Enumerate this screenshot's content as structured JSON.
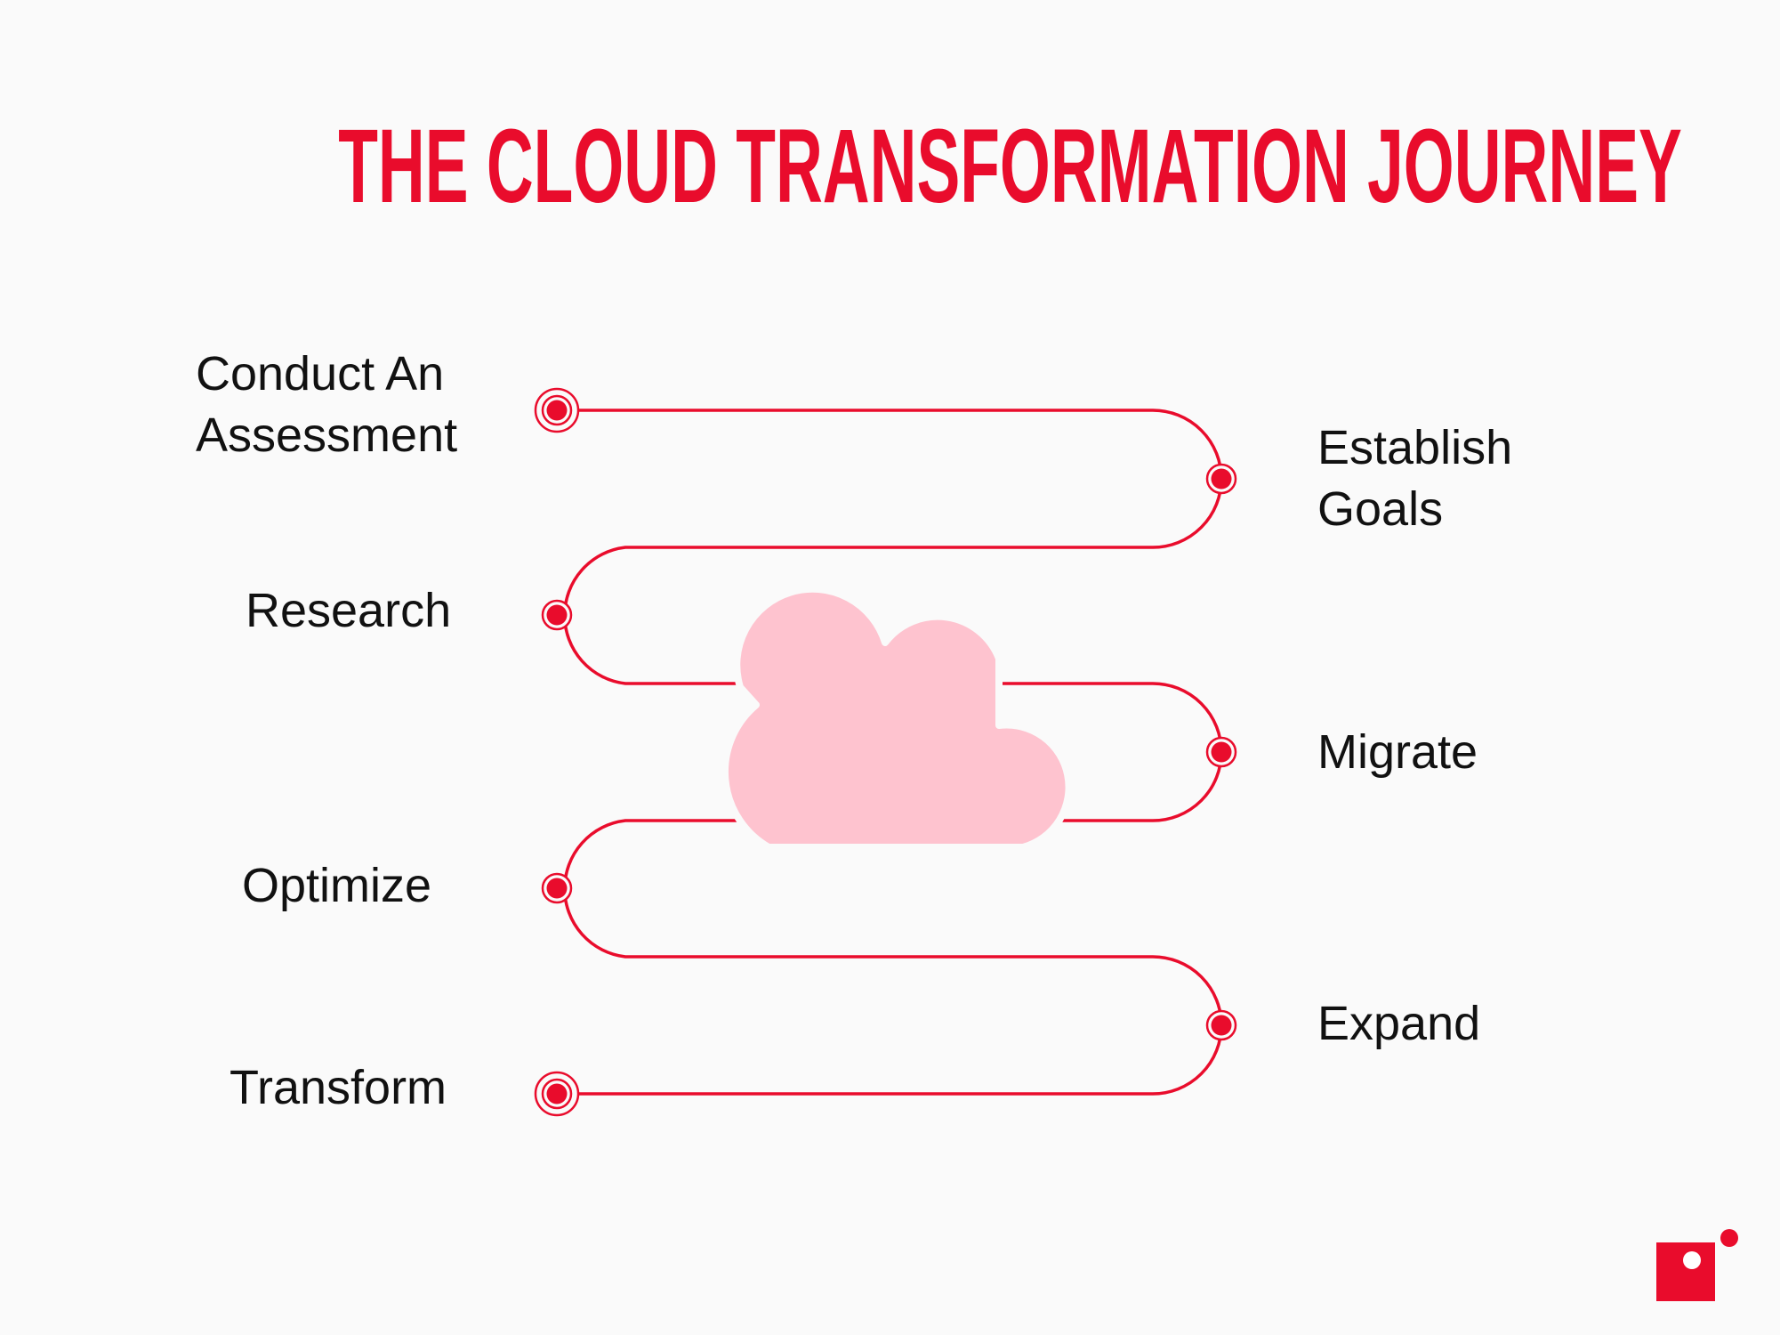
{
  "title": "THE CLOUD TRANSFORMATION JOURNEY",
  "colors": {
    "accent": "#e90c2c",
    "cloud": "#fec3cf",
    "background": "#fafafa",
    "text": "#111111"
  },
  "steps": [
    {
      "order": 1,
      "label_line1": "Conduct An",
      "label_line2": "Assessment",
      "side": "left",
      "node": "start"
    },
    {
      "order": 2,
      "label_line1": "Establish",
      "label_line2": "Goals",
      "side": "right",
      "node": "mid"
    },
    {
      "order": 3,
      "label_line1": "Research",
      "label_line2": "",
      "side": "left",
      "node": "mid"
    },
    {
      "order": 4,
      "label_line1": "Migrate",
      "label_line2": "",
      "side": "right",
      "node": "mid"
    },
    {
      "order": 5,
      "label_line1": "Optimize",
      "label_line2": "",
      "side": "left",
      "node": "mid"
    },
    {
      "order": 6,
      "label_line1": "Expand",
      "label_line2": "",
      "side": "right",
      "node": "mid"
    },
    {
      "order": 7,
      "label_line1": "Transform",
      "label_line2": "",
      "side": "left",
      "node": "end"
    }
  ],
  "icons": {
    "center": "cloud-icon",
    "logo": "brand-logo-icon"
  }
}
